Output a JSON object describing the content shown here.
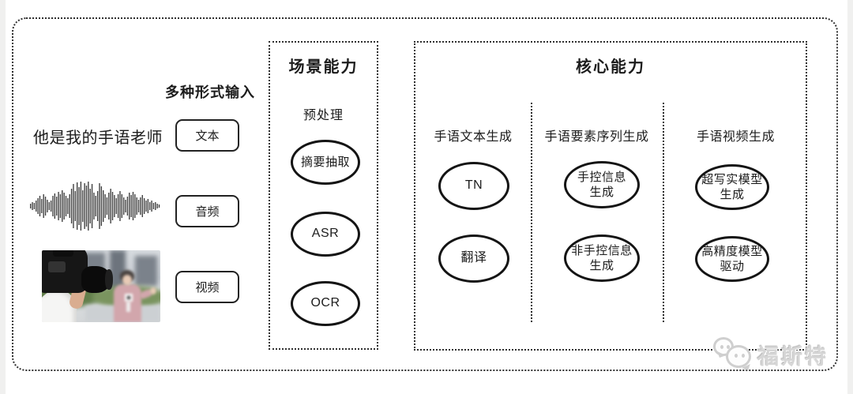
{
  "colors": {
    "line": "#2f2f2f",
    "ellipse_border": "#141414",
    "watermark_gray": "#cfcfcf",
    "background": "#ffffff"
  },
  "input_section": {
    "heading": "多种形式输入",
    "text_sample": "他是我的手语老师",
    "input_types": [
      {
        "label": "文本"
      },
      {
        "label": "音频"
      },
      {
        "label": "视频"
      }
    ]
  },
  "scene_capability": {
    "title": "场景能力",
    "group_label": "预处理",
    "nodes": [
      "摘要抽取",
      "ASR",
      "OCR"
    ]
  },
  "core_capability": {
    "title": "核心能力",
    "columns": [
      {
        "label": "手语文本生成",
        "nodes": [
          "TN",
          "翻译"
        ]
      },
      {
        "label": "手语要素序列生成",
        "nodes": [
          "手控信息\n生成",
          "非手控信息\n生成"
        ]
      },
      {
        "label": "手语视频生成",
        "nodes": [
          "超写实模型\n生成",
          "高精度模型\n驱动"
        ]
      }
    ]
  },
  "watermark": {
    "text": "福斯特",
    "icon": "chat-bubbles-logo-icon"
  }
}
